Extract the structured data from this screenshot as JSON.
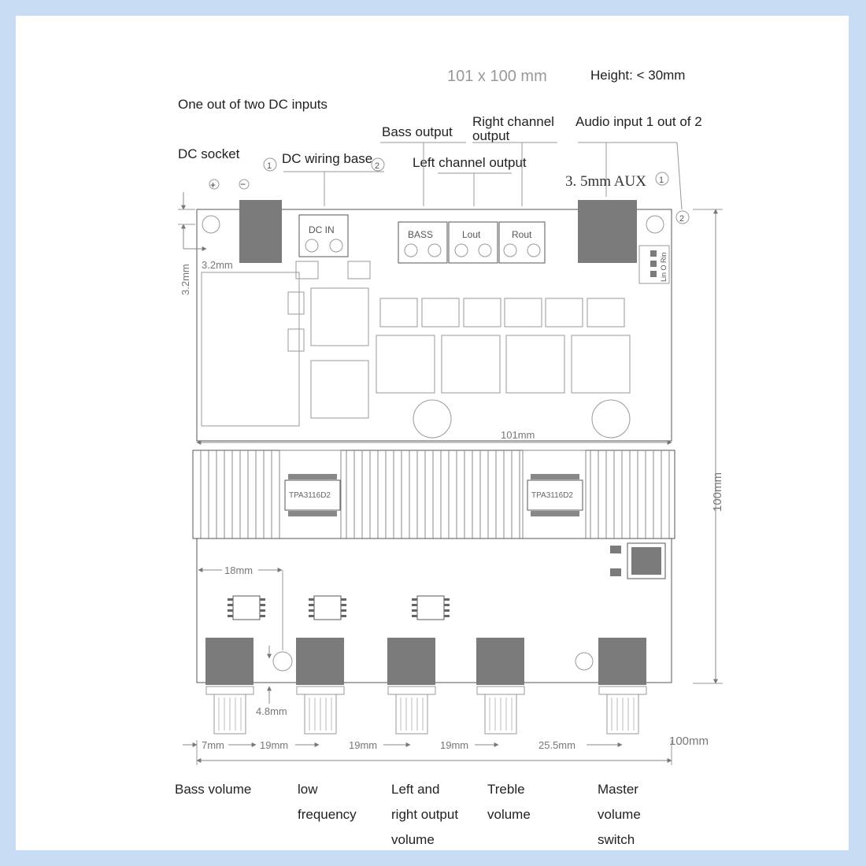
{
  "header": {
    "size": "101 x 100 mm",
    "height": "Height: < 30mm"
  },
  "callouts": {
    "dc_inputs": "One out of two DC inputs",
    "dc_socket": "DC socket",
    "dc_wiring": "DC wiring base",
    "bass_output": "Bass output",
    "right_channel_line1": "Right channel",
    "right_channel_line2": "output",
    "left_channel": "Left channel output",
    "audio_input": "Audio input 1 out of 2",
    "aux": "3. 5mm AUX",
    "marker_1": "1",
    "marker_2": "2"
  },
  "board": {
    "terminal_dc": "DC IN",
    "terminal_bass": "BASS",
    "terminal_lout": "Lout",
    "terminal_rout": "Rout",
    "chip_left": "TPA3116D2",
    "chip_right": "TPA3116D2",
    "selector": "Lin O Rin",
    "plus": "+",
    "minus": "−"
  },
  "dimensions": {
    "width_top": "101mm",
    "height_side": "100mm",
    "hole_offset": "3.2mm",
    "hole_offset_side": "3.2mm",
    "knob_spacing_top": "18mm",
    "knob_offset": "4.8mm",
    "d1": "7mm",
    "d2": "19mm",
    "d3": "19mm",
    "d4": "19mm",
    "d5": "25.5mm",
    "width_bottom": "100mm"
  },
  "knob_labels": [
    {
      "lines": [
        "Bass volume"
      ]
    },
    {
      "lines": [
        "low",
        "frequency"
      ]
    },
    {
      "lines": [
        "Left and",
        "right output",
        "volume"
      ]
    },
    {
      "lines": [
        "Treble",
        "volume"
      ]
    },
    {
      "lines": [
        "Master",
        "volume",
        "switch"
      ]
    }
  ]
}
